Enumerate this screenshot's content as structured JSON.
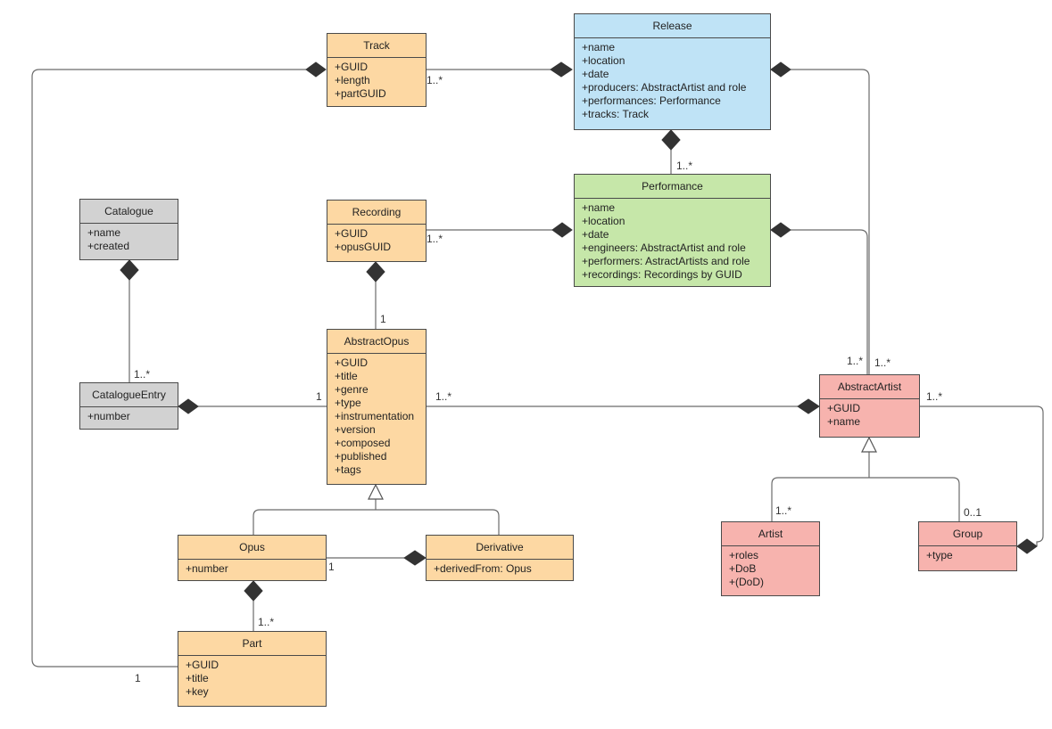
{
  "classes": {
    "track": {
      "name": "Track",
      "attributes": [
        "+GUID",
        "+length",
        "+partGUID"
      ],
      "color": "#fdd8a3"
    },
    "release": {
      "name": "Release",
      "attributes": [
        "+name",
        "+location",
        "+date",
        "+producers: AbstractArtist and role",
        "+performances: Performance",
        "+tracks: Track"
      ],
      "color": "#bfe3f6"
    },
    "performance": {
      "name": "Performance",
      "attributes": [
        "+name",
        "+location",
        "+date",
        "+engineers: AbstractArtist and role",
        "+performers: AstractArtists and role",
        "+recordings: Recordings by GUID"
      ],
      "color": "#c6e7a9"
    },
    "recording": {
      "name": "Recording",
      "attributes": [
        "+GUID",
        "+opusGUID"
      ],
      "color": "#fdd8a3"
    },
    "catalogue": {
      "name": "Catalogue",
      "attributes": [
        "+name",
        "+created"
      ],
      "color": "#d2d2d2"
    },
    "catalogue_entry": {
      "name": "CatalogueEntry",
      "attributes": [
        "+number"
      ],
      "color": "#d2d2d2"
    },
    "abstract_opus": {
      "name": "AbstractOpus",
      "attributes": [
        "+GUID",
        "+title",
        "+genre",
        "+type",
        "+instrumentation",
        "+version",
        "+composed",
        "+published",
        "+tags"
      ],
      "color": "#fdd8a3"
    },
    "abstract_artist": {
      "name": "AbstractArtist",
      "attributes": [
        "+GUID",
        "+name"
      ],
      "color": "#f7b3ae"
    },
    "opus": {
      "name": "Opus",
      "attributes": [
        "+number"
      ],
      "color": "#fdd8a3"
    },
    "derivative": {
      "name": "Derivative",
      "attributes": [
        "+derivedFrom: Opus"
      ],
      "color": "#fdd8a3"
    },
    "part": {
      "name": "Part",
      "attributes": [
        "+GUID",
        "+title",
        "+key"
      ],
      "color": "#fdd8a3"
    },
    "artist": {
      "name": "Artist",
      "attributes": [
        "+roles",
        "+DoB",
        "+(DoD)"
      ],
      "color": "#f7b3ae"
    },
    "group": {
      "name": "Group",
      "attributes": [
        "+type"
      ],
      "color": "#f7b3ae"
    }
  },
  "multiplicities": {
    "track_release": "1..*",
    "release_performance": "1..*",
    "recording_performance": "1..*",
    "recording_abstract_opus": "1",
    "catalogue_entry_catalogue": "1..*",
    "catalogue_entry_abstract_opus": "1",
    "abstract_opus_abstract_artist": "1..*",
    "performance_abstract_artist": "1..*",
    "release_abstract_artist": "1..*",
    "abstract_artist_group": "1..*",
    "artist_generalization": "1..*",
    "group_generalization": "0..1",
    "opus_derivative": "1",
    "opus_part": "1..*",
    "part_track": "1"
  }
}
